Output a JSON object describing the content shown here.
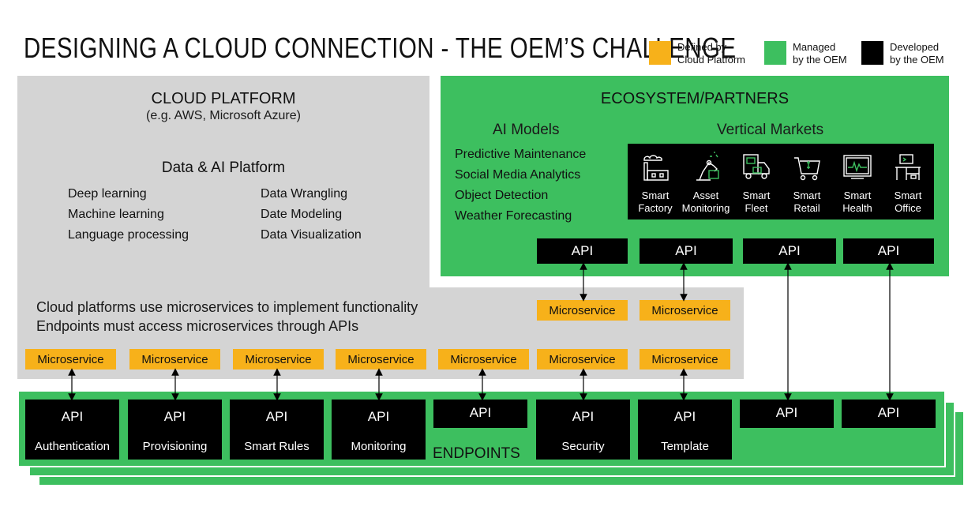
{
  "title": "DESIGNING A CLOUD CONNECTION - THE OEM’S CHALLENGE",
  "legend": [
    {
      "line1": "Defined by",
      "line2": "Cloud Platform",
      "color": "#f7b11a"
    },
    {
      "line1": "Managed",
      "line2": "by the OEM",
      "color": "#3dbf5f"
    },
    {
      "line1": "Developed",
      "line2": "by the OEM",
      "color": "#000000"
    }
  ],
  "cloud": {
    "heading": "CLOUD PLATFORM",
    "subheading": "(e.g. AWS, Microsoft Azure)",
    "data_ai_heading": "Data & AI Platform",
    "left_list": [
      "Deep learning",
      "Machine learning",
      "Language processing"
    ],
    "right_list": [
      "Data Wrangling",
      "Date Modeling",
      "Data Visualization"
    ],
    "note_line1": "Cloud platforms use microservices to implement functionality",
    "note_line2": "Endpoints must access microservices through APIs"
  },
  "ecosystem": {
    "heading": "ECOSYSTEM/PARTNERS",
    "ai_heading": "AI Models",
    "ai_list": [
      "Predictive Maintenance",
      "Social Media Analytics",
      "Object Detection",
      "Weather Forecasting"
    ],
    "vm_heading": "Vertical Markets",
    "vm_items": [
      {
        "line1": "Smart",
        "line2": "Factory",
        "icon": "factory-icon"
      },
      {
        "line1": "Asset",
        "line2": "Monitoring",
        "icon": "robot-arm-icon"
      },
      {
        "line1": "Smart",
        "line2": "Fleet",
        "icon": "truck-icon"
      },
      {
        "line1": "Smart",
        "line2": "Retail",
        "icon": "cart-icon"
      },
      {
        "line1": "Smart",
        "line2": "Health",
        "icon": "heart-monitor-icon"
      },
      {
        "line1": "Smart",
        "line2": "Office",
        "icon": "office-desk-icon"
      }
    ],
    "api_label": "API"
  },
  "microservice_label": "Microservice",
  "endpoints": {
    "label": "ENDPOINTS",
    "api_label": "API",
    "items": [
      "Authentication",
      "Provisioning",
      "Smart Rules",
      "Monitoring",
      "",
      "Security",
      "Template",
      "",
      ""
    ]
  }
}
